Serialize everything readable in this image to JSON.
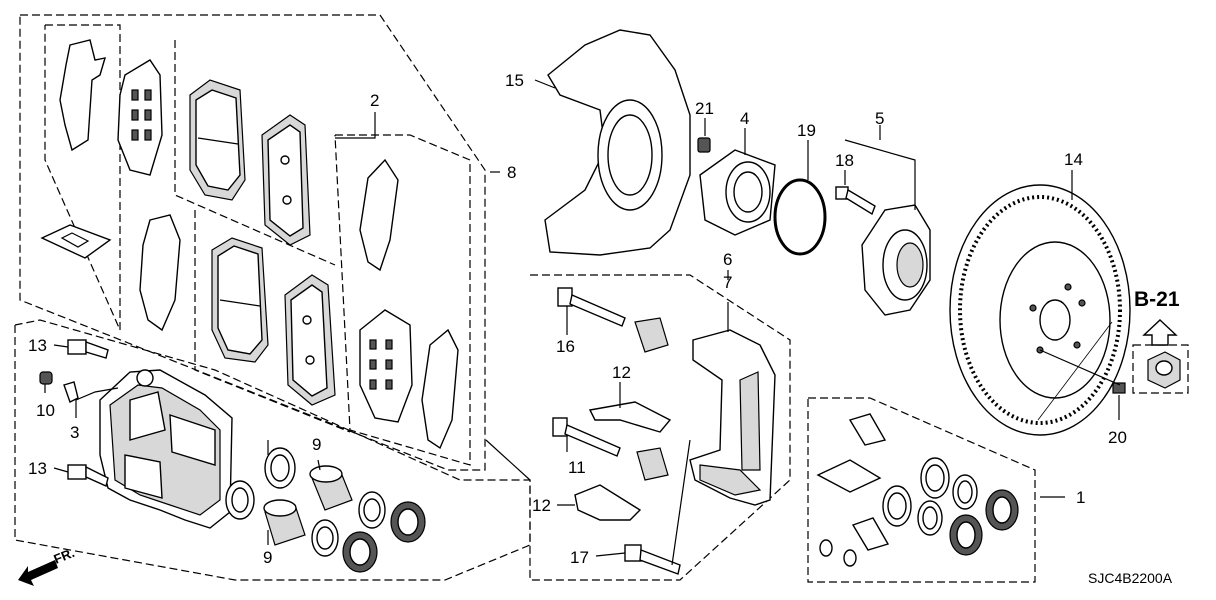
{
  "labels": {
    "p1": "1",
    "p2": "2",
    "p3": "3",
    "p4": "4",
    "p5": "5",
    "p6": "6",
    "p7": "7",
    "p8": "8",
    "p9a": "9",
    "p9b": "9",
    "p10": "10",
    "p11": "11",
    "p12a": "12",
    "p12b": "12",
    "p13a": "13",
    "p13b": "13",
    "p14": "14",
    "p15": "15",
    "p16": "16",
    "p17": "17",
    "p18": "18",
    "p19": "19",
    "p20": "20",
    "p21": "21"
  },
  "reference": "B-21",
  "direction": "FR.",
  "diagram_code": "SJC4B2200A"
}
